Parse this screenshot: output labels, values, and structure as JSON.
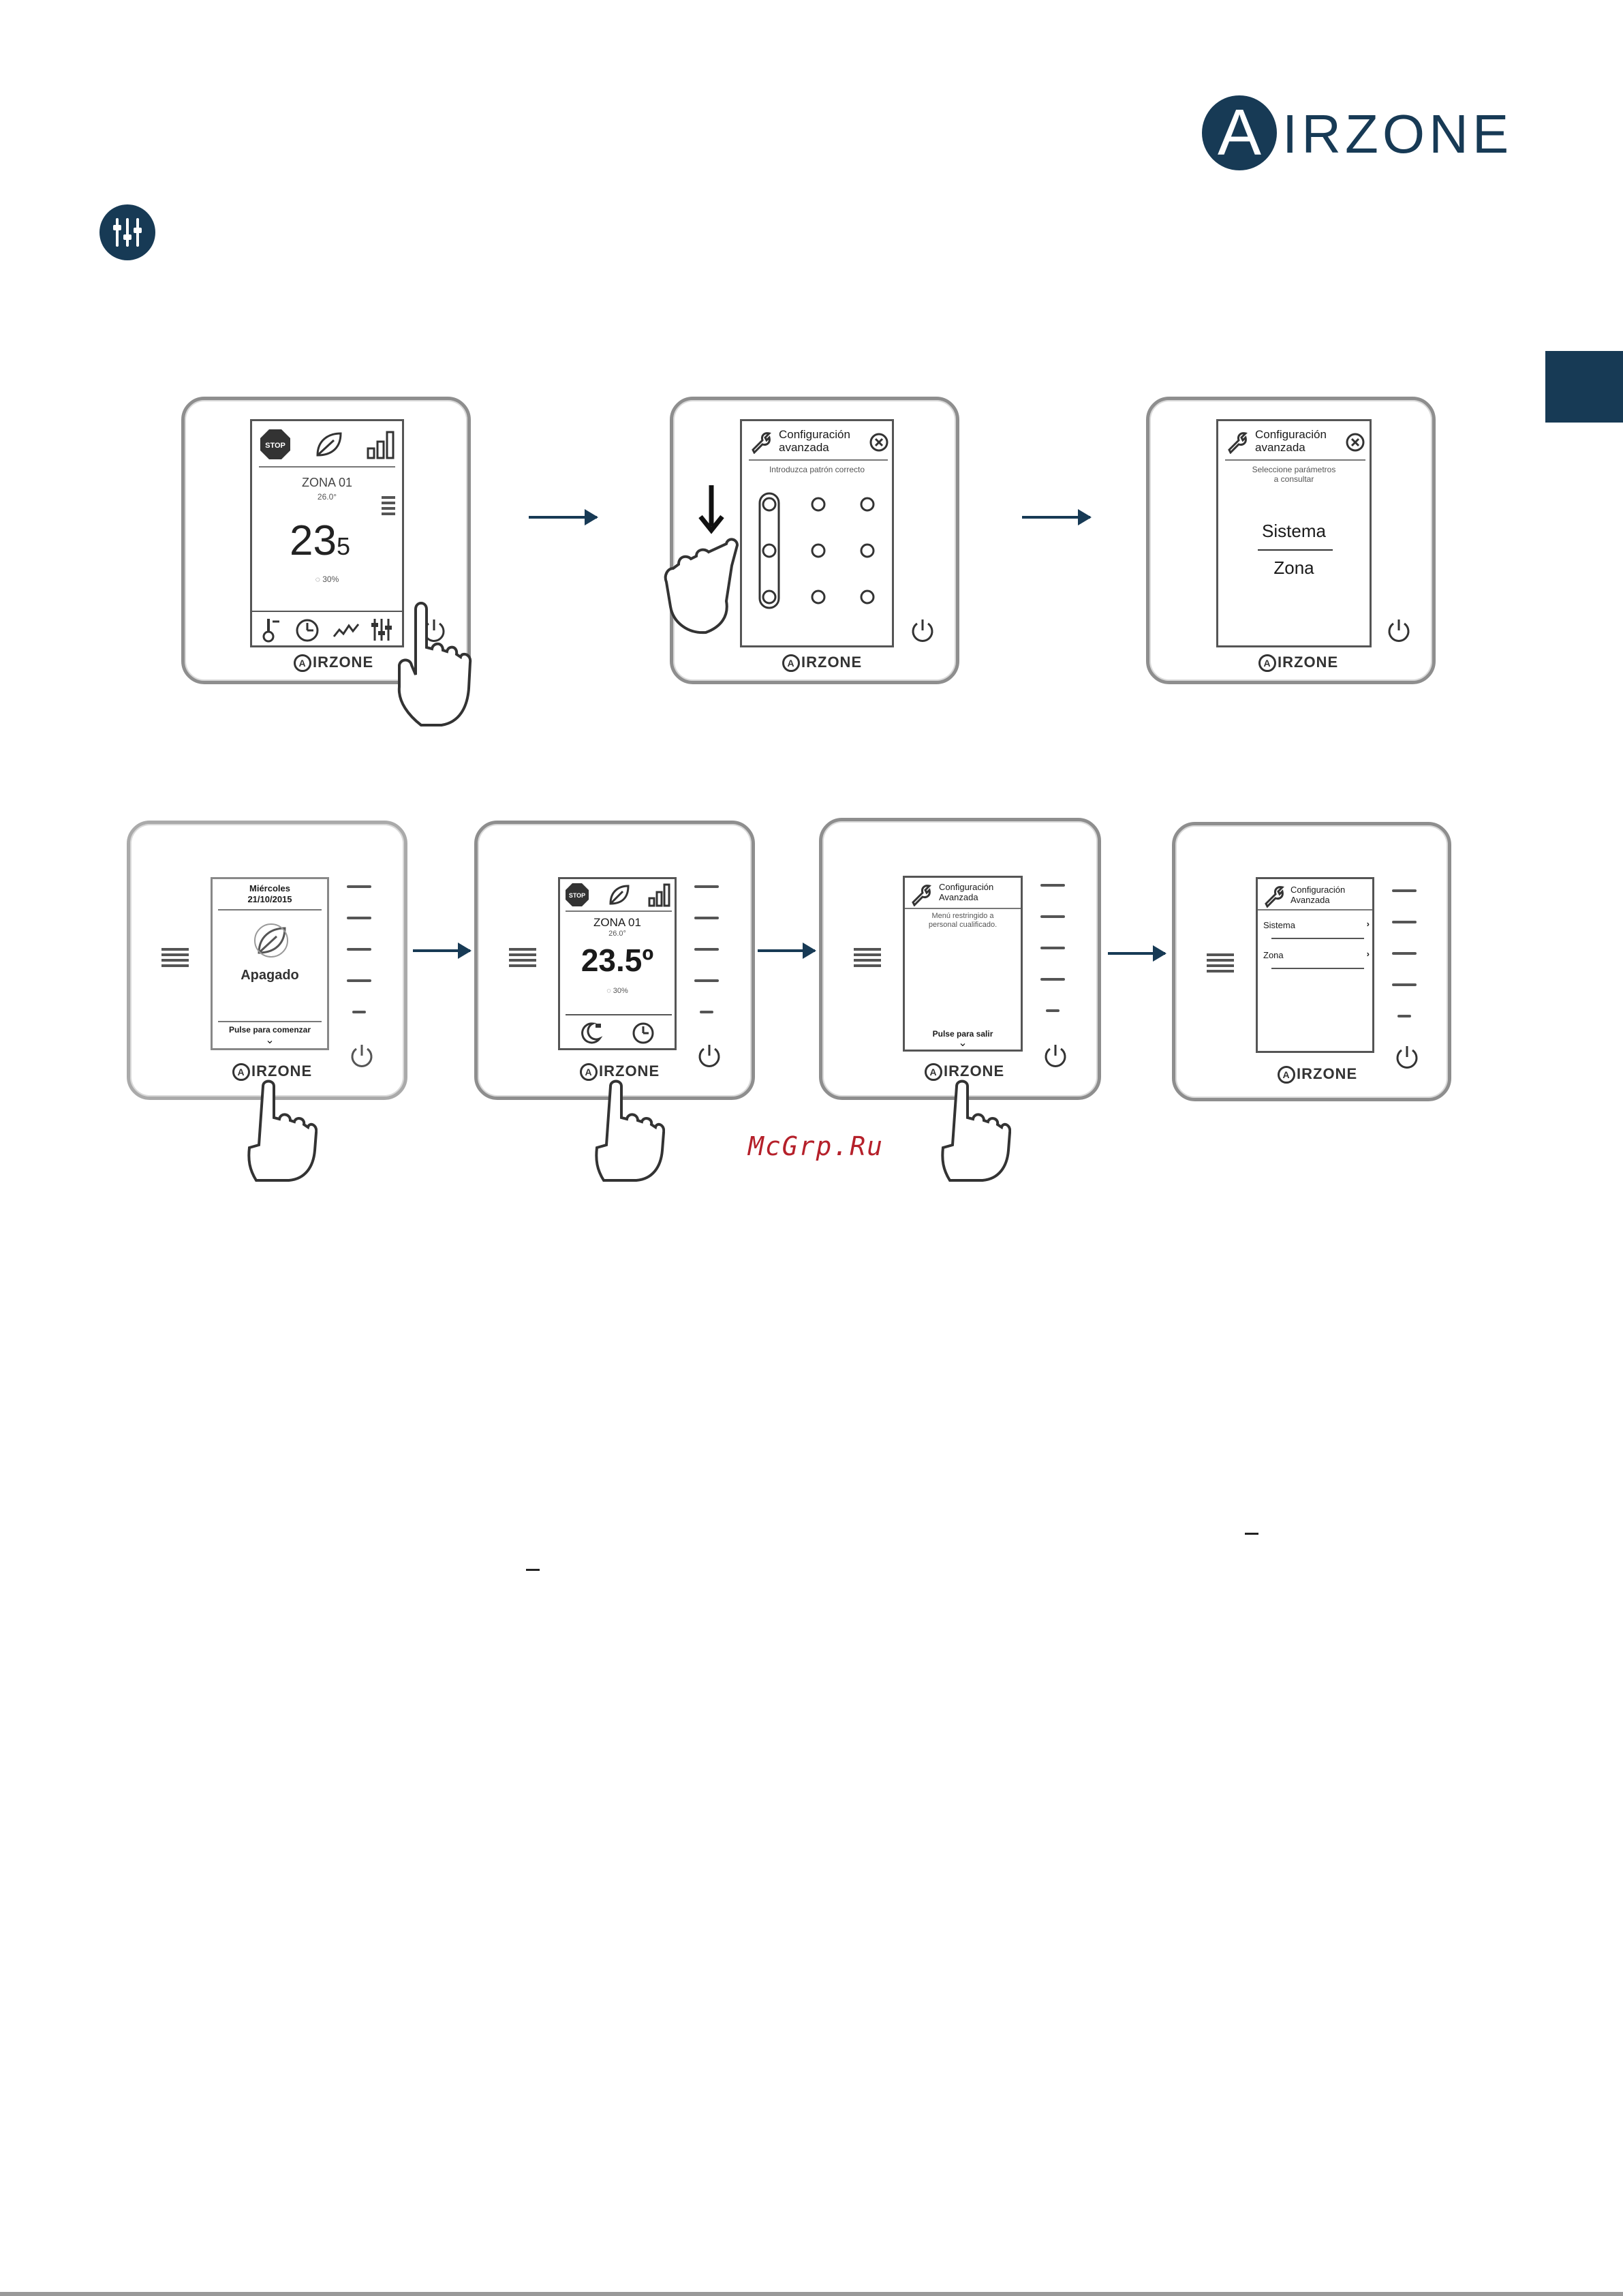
{
  "header": {
    "brand_initial": "A",
    "brand_rest": "IRZONE",
    "brand_color": "#173a55",
    "settings_icon": "sliders-icon"
  },
  "row1": {
    "device1": {
      "zone": "ZONA 01",
      "setpoint": "26.0°",
      "temp_main": "23",
      "temp_decimal": "5",
      "humidity": "30%",
      "logo": "IRZONE",
      "icons": [
        "stop-icon",
        "eco-leaf-icon",
        "signal-icon",
        "thermometer-icon",
        "clock-icon",
        "wave-icon",
        "sliders-icon"
      ]
    },
    "device2": {
      "title_line1": "Configuración",
      "title_line2": "avanzada",
      "instruction": "Introduzca patrón correcto",
      "logo": "IRZONE"
    },
    "device3": {
      "title_line1": "Configuración",
      "title_line2": "avanzada",
      "instruction_line1": "Seleccione parámetros",
      "instruction_line2": "a consultar",
      "option1": "Sistema",
      "option2": "Zona",
      "logo": "IRZONE"
    }
  },
  "row2": {
    "device1": {
      "day": "Miércoles",
      "date": "21/10/2015",
      "status": "Apagado",
      "prompt": "Pulse para comenzar",
      "logo": "IRZONE"
    },
    "device2": {
      "zone": "ZONA 01",
      "setpoint": "26.0°",
      "temperature": "23.5º",
      "humidity": "30%",
      "logo": "IRZONE"
    },
    "device3": {
      "title_line1": "Configuración",
      "title_line2": "Avanzada",
      "message_line1": "Menú restringido a",
      "message_line2": "personal cualificado.",
      "prompt": "Pulse para salir",
      "logo": "IRZONE"
    },
    "device4": {
      "title_line1": "Configuración",
      "title_line2": "Avanzada",
      "item1": "Sistema",
      "item2": "Zona",
      "logo": "IRZONE"
    }
  },
  "watermark": "McGrp.Ru"
}
